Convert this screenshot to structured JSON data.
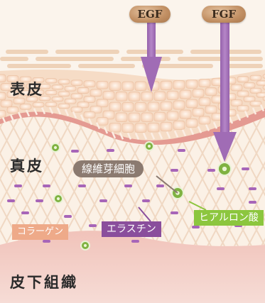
{
  "growth_factors": {
    "egf": "EGF",
    "fgf": "FGF"
  },
  "layers": {
    "epidermis": "表皮",
    "dermis": "真皮",
    "subcutis": "皮下組織"
  },
  "callouts": {
    "fibroblast": "線維芽細胞",
    "collagen": "コラーゲン",
    "elastin": "エラスチン",
    "hyaluronic_acid": "ヒアルロン酸"
  },
  "colors": {
    "arrow": "#a573b9",
    "collagen_pill": "#eeaa89",
    "elastin_pill": "#8a4e9c",
    "hyaluronic_pill": "#8cc63e",
    "fibroblast_pill": "#8b7a70",
    "subcutis": "#f2cac2",
    "cell_green": "#7fb241"
  }
}
